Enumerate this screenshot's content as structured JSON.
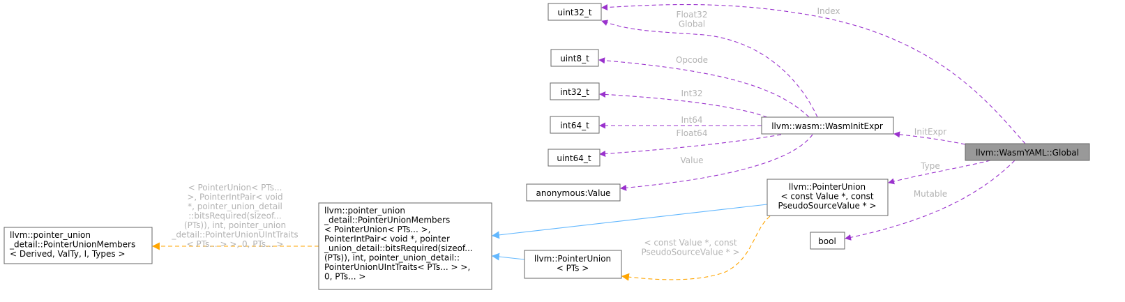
{
  "colors": {
    "member_edge": "#9a32cd",
    "inherit_edge": "#63b8ff",
    "template_edge": "#ffa500",
    "edge_label": "#b3b3b3",
    "focus_fill": "#999999"
  },
  "nodes": {
    "global": [
      "llvm::WasmYAML::Global"
    ],
    "wasm_init_expr": [
      "llvm::wasm::WasmInitExpr"
    ],
    "uint32_t": [
      "uint32_t"
    ],
    "uint8_t": [
      "uint8_t"
    ],
    "int32_t": [
      "int32_t"
    ],
    "int64_t": [
      "int64_t"
    ],
    "uint64_t": [
      "uint64_t"
    ],
    "anonymous_value": [
      "anonymous:Value"
    ],
    "pointer_union_value": [
      "llvm::PointerUnion",
      "< const Value *, const",
      "PseudoSourceValue * >"
    ],
    "bool": [
      "bool"
    ],
    "pointer_union_members_full": [
      "llvm::pointer_union",
      "_detail::PointerUnionMembers",
      "< PointerUnion< PTs... >,",
      "PointerIntPair< void *, pointer",
      "_union_detail::bitsRequired(sizeof...",
      "(PTs)), int, pointer_union_detail::",
      "PointerUnionUIntTraits< PTs... > >,",
      "0, PTs... >"
    ],
    "pointer_union_pts": [
      "llvm::PointerUnion",
      "< PTs >"
    ],
    "pointer_union_members_generic": [
      "llvm::pointer_union",
      "_detail::PointerUnionMembers",
      "< Derived, ValTy, I, Types >"
    ]
  },
  "edge_labels": {
    "index": [
      "Index"
    ],
    "float32_global": [
      "Float32",
      "Global"
    ],
    "opcode": [
      "Opcode"
    ],
    "int32": [
      "Int32"
    ],
    "int64": [
      "Int64"
    ],
    "float64": [
      "Float64"
    ],
    "value": [
      "Value"
    ],
    "init_expr": [
      "InitExpr"
    ],
    "type": [
      "Type"
    ],
    "mutable": [
      "Mutable"
    ],
    "template_members": [
      "< PointerUnion< PTs...",
      ">, PointerIntPair< void",
      "*, pointer_union_detail",
      "::bitsRequired(sizeof...",
      "(PTs)), int, pointer_union",
      "_detail::PointerUnionUIntTraits",
      "< PTs... > >, 0, PTs... >"
    ],
    "template_value": [
      "< const Value *, const",
      "PseudoSourceValue * >"
    ]
  }
}
